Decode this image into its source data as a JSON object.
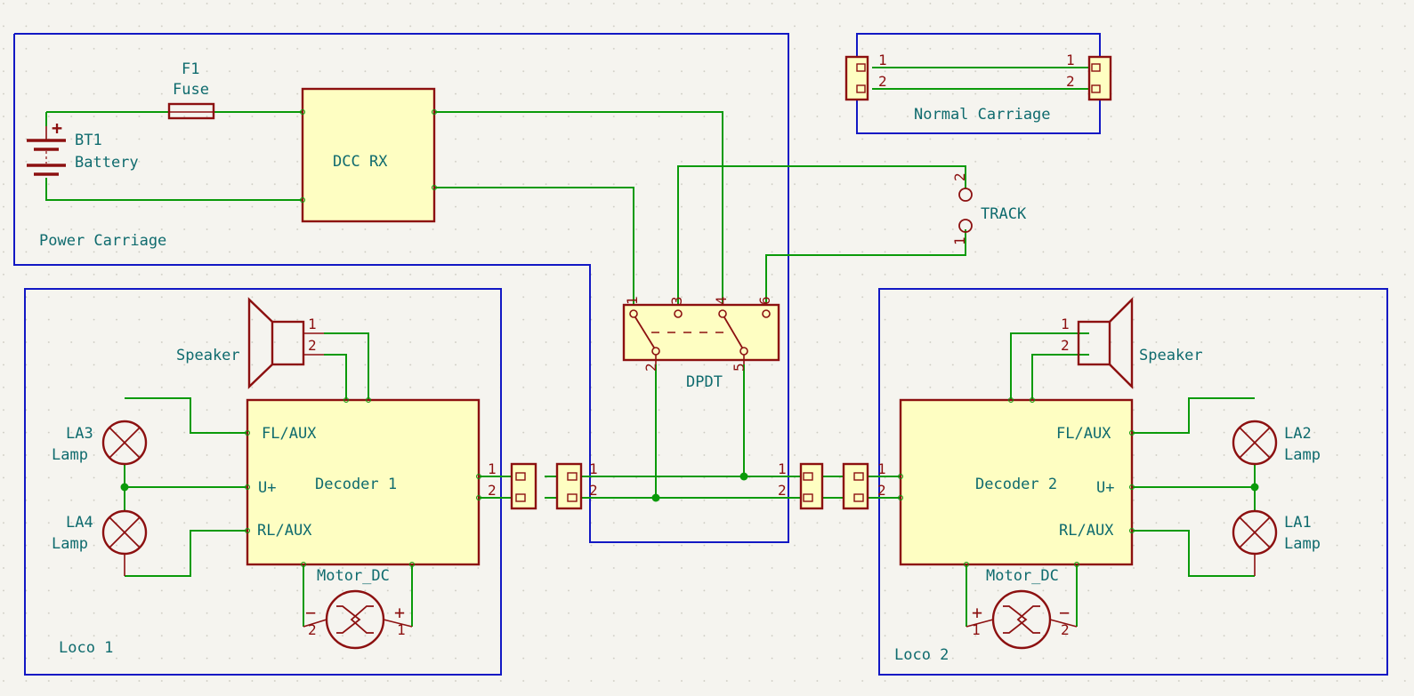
{
  "blocks": {
    "power_carriage": "Power Carriage",
    "normal_carriage": "Normal Carriage",
    "loco1": "Loco 1",
    "loco2": "Loco 2"
  },
  "fuse": {
    "ref": "F1",
    "value": "Fuse"
  },
  "battery": {
    "ref": "BT1",
    "value": "Battery"
  },
  "dcc": {
    "label": "DCC RX"
  },
  "track": {
    "label": "TRACK",
    "pin1": "1",
    "pin2": "2"
  },
  "dpdt": {
    "label": "DPDT",
    "pins": [
      "1",
      "3",
      "4",
      "6",
      "2",
      "5"
    ]
  },
  "decoder1": {
    "label": "Decoder 1",
    "fl": "FL/AUX",
    "u": "U+",
    "rl": "RL/AUX"
  },
  "decoder2": {
    "label": "Decoder 2",
    "fl": "FL/AUX",
    "u": "U+",
    "rl": "RL/AUX"
  },
  "speaker": "Speaker",
  "motor": "Motor_DC",
  "lamps": {
    "la1": "LA1",
    "la2": "LA2",
    "la3": "LA3",
    "la4": "LA4",
    "value": "Lamp"
  },
  "pins": {
    "p1": "1",
    "p2": "2"
  },
  "signs": {
    "plus": "+",
    "minus": "−"
  },
  "colors": {
    "wire": "#0a9a0a",
    "block": "#1218c4",
    "symbol": "#8c1010",
    "symbol_fill": "#fefec2",
    "text": "#0f6b6e",
    "background": "#f5f4ef"
  }
}
